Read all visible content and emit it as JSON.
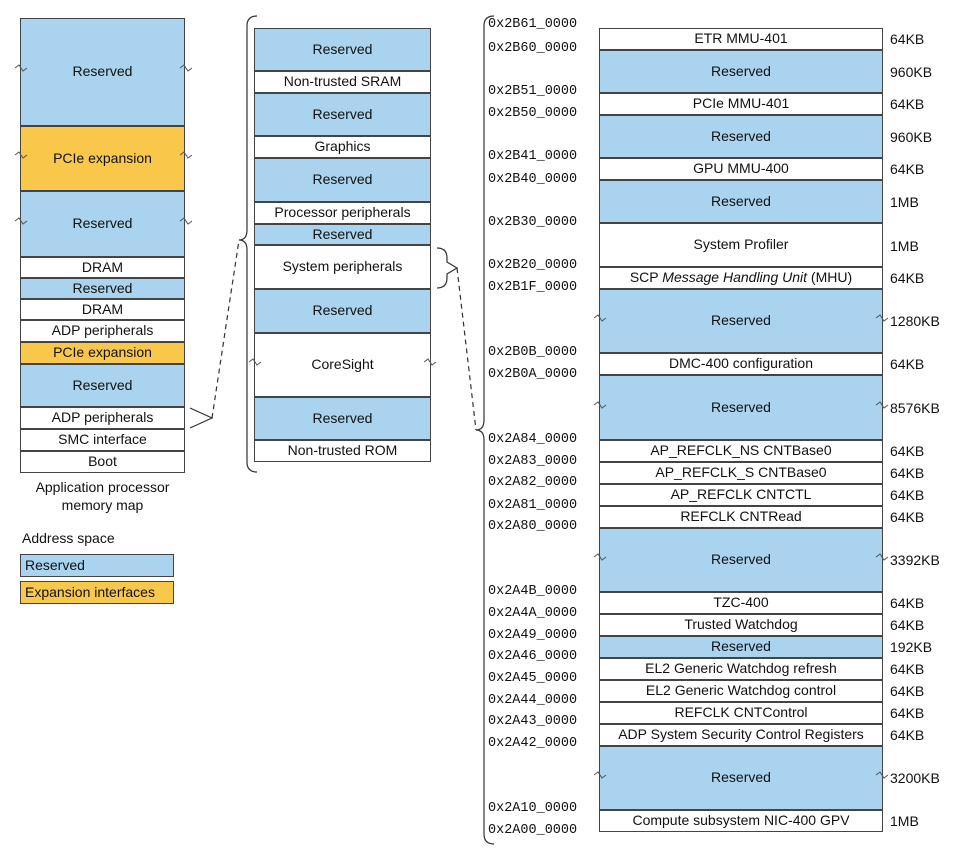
{
  "app_map": {
    "caption": [
      "Application processor",
      "memory map"
    ],
    "blocks": [
      {
        "label": "Reserved",
        "kind": "res"
      },
      {
        "label": "PCIe expansion",
        "kind": "exp"
      },
      {
        "label": "Reserved",
        "kind": "res"
      },
      {
        "label": "DRAM",
        "kind": "wht"
      },
      {
        "label": "Reserved",
        "kind": "res"
      },
      {
        "label": "DRAM",
        "kind": "wht"
      },
      {
        "label": "ADP peripherals",
        "kind": "wht"
      },
      {
        "label": "PCIe expansion",
        "kind": "exp"
      },
      {
        "label": "Reserved",
        "kind": "res"
      },
      {
        "label": "ADP peripherals",
        "kind": "wht"
      },
      {
        "label": "SMC interface",
        "kind": "wht"
      },
      {
        "label": "Boot",
        "kind": "wht"
      }
    ]
  },
  "legend": {
    "title": "Address space",
    "items": [
      {
        "label": "Reserved",
        "kind": "res"
      },
      {
        "label": "Expansion interfaces",
        "kind": "exp"
      }
    ]
  },
  "adp_map": {
    "blocks": [
      {
        "label": "Reserved",
        "kind": "res"
      },
      {
        "label": "Non-trusted SRAM",
        "kind": "wht"
      },
      {
        "label": "Reserved",
        "kind": "res"
      },
      {
        "label": "Graphics",
        "kind": "wht"
      },
      {
        "label": "Reserved",
        "kind": "res"
      },
      {
        "label": "Processor peripherals",
        "kind": "wht"
      },
      {
        "label": "Reserved",
        "kind": "res"
      },
      {
        "label": "System peripherals",
        "kind": "wht"
      },
      {
        "label": "Reserved",
        "kind": "res"
      },
      {
        "label": "CoreSight",
        "kind": "wht"
      },
      {
        "label": "Reserved",
        "kind": "res"
      },
      {
        "label": "Non-trusted ROM",
        "kind": "wht"
      }
    ]
  },
  "sys_map": {
    "blocks": [
      {
        "label": "ETR MMU-401",
        "kind": "wht",
        "size": "64KB"
      },
      {
        "label": "Reserved",
        "kind": "res",
        "size": "960KB"
      },
      {
        "label": "PCIe MMU-401",
        "kind": "wht",
        "size": "64KB"
      },
      {
        "label": "Reserved",
        "kind": "res",
        "size": "960KB"
      },
      {
        "label": "GPU MMU-400",
        "kind": "wht",
        "size": "64KB"
      },
      {
        "label": "Reserved",
        "kind": "res",
        "size": "1MB"
      },
      {
        "label": "System Profiler",
        "kind": "wht",
        "size": "1MB"
      },
      {
        "label_pre": "SCP ",
        "label_em": "Message Handling Unit",
        "label_post": " (MHU)",
        "kind": "wht",
        "size": "64KB"
      },
      {
        "label": "Reserved",
        "kind": "res",
        "size": "1280KB"
      },
      {
        "label": "DMC-400 configuration",
        "kind": "wht",
        "size": "64KB"
      },
      {
        "label": "Reserved",
        "kind": "res",
        "size": "8576KB"
      },
      {
        "label": "AP_REFCLK_NS CNTBase0",
        "kind": "wht",
        "size": "64KB"
      },
      {
        "label": "AP_REFCLK_S CNTBase0",
        "kind": "wht",
        "size": "64KB"
      },
      {
        "label": "AP_REFCLK CNTCTL",
        "kind": "wht",
        "size": "64KB"
      },
      {
        "label": "REFCLK CNTRead",
        "kind": "wht",
        "size": "64KB"
      },
      {
        "label": "Reserved",
        "kind": "res",
        "size": "3392KB"
      },
      {
        "label": "TZC-400",
        "kind": "wht",
        "size": "64KB"
      },
      {
        "label": "Trusted Watchdog",
        "kind": "wht",
        "size": "64KB"
      },
      {
        "label": "Reserved",
        "kind": "res",
        "size": "192KB"
      },
      {
        "label": "EL2 Generic Watchdog refresh",
        "kind": "wht",
        "size": "64KB"
      },
      {
        "label": "EL2 Generic Watchdog control",
        "kind": "wht",
        "size": "64KB"
      },
      {
        "label": "REFCLK CNTControl",
        "kind": "wht",
        "size": "64KB"
      },
      {
        "label": "ADP System Security Control Registers",
        "kind": "wht",
        "size": "64KB"
      },
      {
        "label": "Reserved",
        "kind": "res",
        "size": "3200KB"
      },
      {
        "label": "Compute subsystem NIC-400 GPV",
        "kind": "wht",
        "size": "1MB"
      }
    ],
    "addresses": [
      "0x2B61_0000",
      "0x2B60_0000",
      "0x2B51_0000",
      "0x2B50_0000",
      "0x2B41_0000",
      "0x2B40_0000",
      "0x2B30_0000",
      "0x2B20_0000",
      "0x2B1F_0000",
      "0x2B0B_0000",
      "0x2B0A_0000",
      "0x2A84_0000",
      "0x2A83_0000",
      "0x2A82_0000",
      "0x2A81_0000",
      "0x2A80_0000",
      "0x2A4B_0000",
      "0x2A4A_0000",
      "0x2A49_0000",
      "0x2A46_0000",
      "0x2A45_0000",
      "0x2A44_0000",
      "0x2A43_0000",
      "0x2A42_0000",
      "0x2A10_0000",
      "0x2A00_0000"
    ]
  }
}
